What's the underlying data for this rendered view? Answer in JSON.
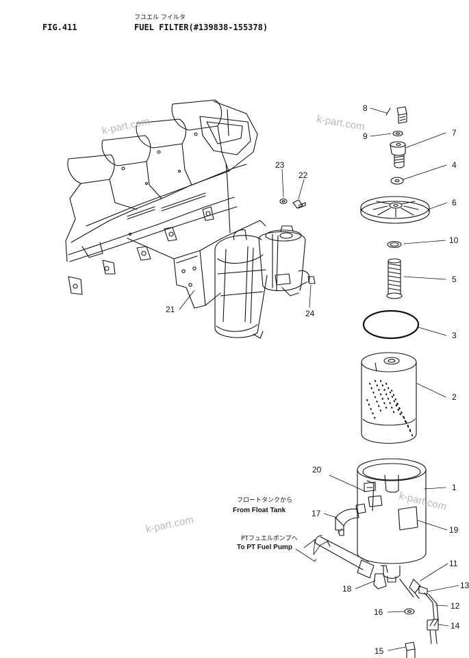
{
  "header": {
    "fig": "FIG.411",
    "title_jp": "フユエル フイルタ",
    "title": "FUEL FILTER(#139838-155378)"
  },
  "watermarks": [
    "k-part.com",
    "k-part.com",
    "k-part.com"
  ],
  "notes": {
    "float_tank_jp": "フロートタンクから",
    "float_tank": "From Float Tank",
    "pump_jp": "PTフュエルポンプへ",
    "pump": "To PT Fuel Pump"
  },
  "callouts": [
    "1",
    "2",
    "3",
    "4",
    "5",
    "6",
    "7",
    "8",
    "9",
    "10",
    "11",
    "12",
    "13",
    "14",
    "15",
    "16",
    "17",
    "18",
    "19",
    "20",
    "21",
    "22",
    "23",
    "24"
  ],
  "colors": {
    "ink": "#111111",
    "watermark": "#b9b9b9",
    "background": "#ffffff"
  }
}
